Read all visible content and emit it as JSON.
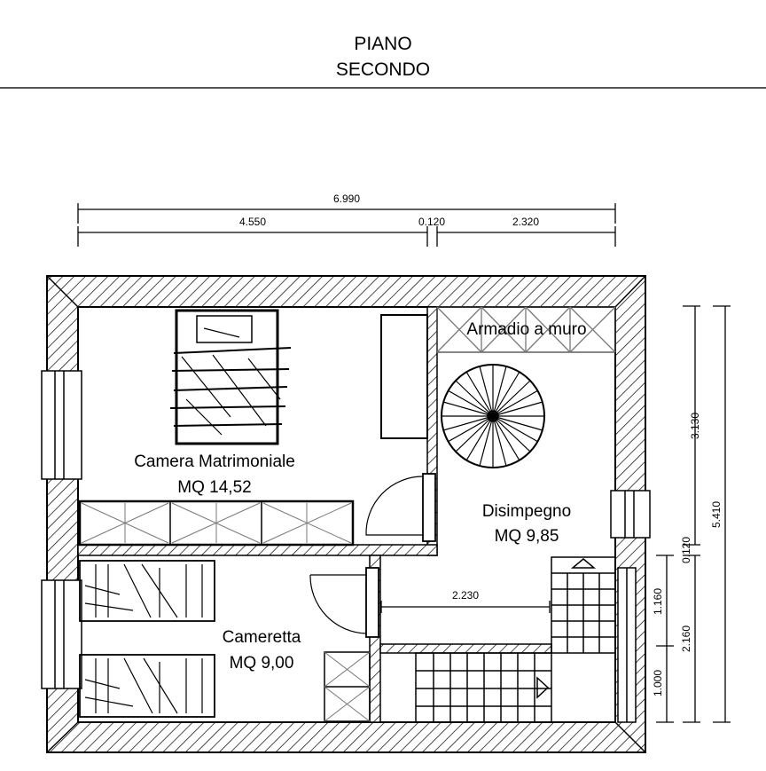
{
  "header": {
    "line1": "PIANO",
    "line2": "SECONDO"
  },
  "dimensions": {
    "total_width": "6.990",
    "width_left": "4.550",
    "width_mid": "0.120",
    "width_right": "2.320",
    "corridor": "2.230",
    "right_upper": "3.130",
    "right_mid": "0.120",
    "right_lower_a": "1.160",
    "right_lower_b": "1.000",
    "right_lower_total": "2.160",
    "total_height": "5.410"
  },
  "rooms": {
    "bedroom_name": "Camera Matrimoniale",
    "bedroom_area": "MQ 14,52",
    "hall_name": "Disimpegno",
    "hall_area": "MQ 9,85",
    "small_room_name": "Cameretta",
    "small_room_area": "MQ 9,00"
  },
  "labels": {
    "wardrobe": "Armadio a muro"
  }
}
